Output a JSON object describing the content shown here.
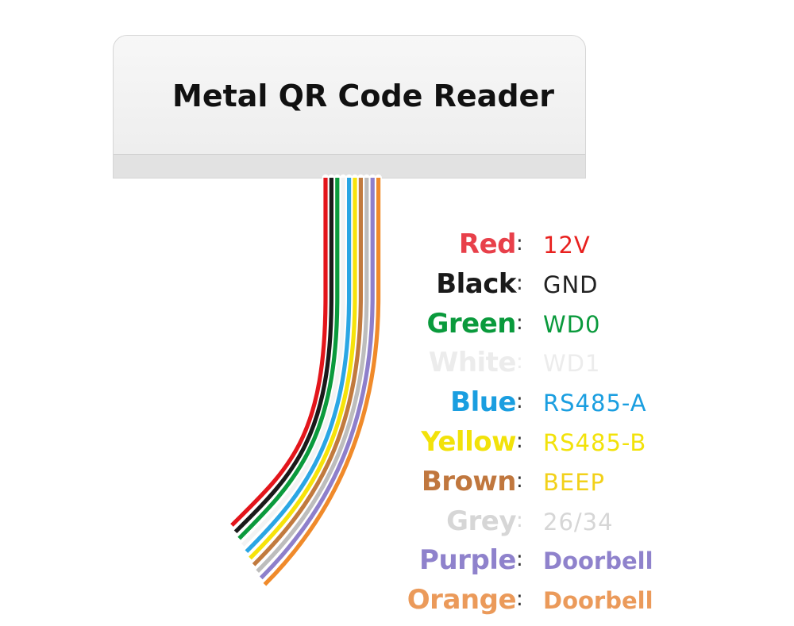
{
  "device": {
    "title": "Metal QR Code Reader"
  },
  "wires": [
    {
      "color_name": "Red",
      "function": "12V",
      "name_color": "#e8404a",
      "func_color": "#e8201e",
      "wire_color": "#e3151b",
      "func_bold": false
    },
    {
      "color_name": "Black",
      "function": "GND",
      "name_color": "#1a1a1a",
      "func_color": "#222222",
      "wire_color": "#1a1a1a",
      "func_bold": false
    },
    {
      "color_name": "Green",
      "function": "WD0",
      "name_color": "#0a9a3c",
      "func_color": "#0a9a3c",
      "wire_color": "#0a9a3c",
      "func_bold": false
    },
    {
      "color_name": "White",
      "function": "WD1",
      "name_color": "#ececec",
      "func_color": "#ececec",
      "wire_color": "#f4f4f4",
      "func_bold": false
    },
    {
      "color_name": "Blue",
      "function": "RS485-A",
      "name_color": "#1a9ee0",
      "func_color": "#1a9ee0",
      "wire_color": "#2aa6e4",
      "func_bold": false
    },
    {
      "color_name": "Yellow",
      "function": "RS485-B",
      "name_color": "#f2e20a",
      "func_color": "#f2e20a",
      "wire_color": "#f6e30a",
      "func_bold": false
    },
    {
      "color_name": "Brown",
      "function": "BEEP",
      "name_color": "#c0773e",
      "func_color": "#f2d11a",
      "wire_color": "#c17a3e",
      "func_bold": false
    },
    {
      "color_name": "Grey",
      "function": "26/34",
      "name_color": "#d6d6d6",
      "func_color": "#d6d6d6",
      "wire_color": "#bdbdbd",
      "func_bold": false
    },
    {
      "color_name": "Purple",
      "function": "Doorbell",
      "name_color": "#8f82cc",
      "func_color": "#8f82cc",
      "wire_color": "#8e7fcb",
      "func_bold": true
    },
    {
      "color_name": "Orange",
      "function": "Doorbell",
      "name_color": "#eb9a5a",
      "func_color": "#eb9a5a",
      "wire_color": "#f08a2a",
      "func_bold": true
    }
  ],
  "separator": ":"
}
